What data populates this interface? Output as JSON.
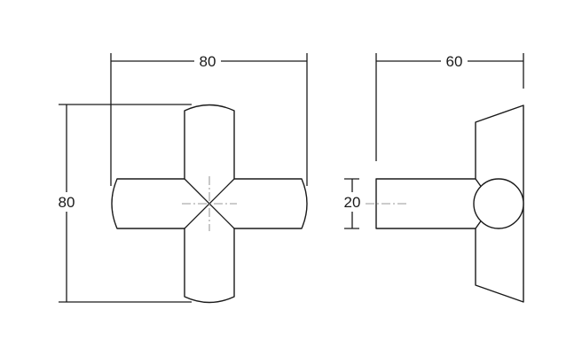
{
  "dimensions": {
    "front_width": "80",
    "front_height": "80",
    "side_depth": "60",
    "side_arm_height": "20"
  },
  "colors": {
    "line": "#1a1a1a",
    "centerline": "#9a9a9a",
    "background": "#ffffff"
  }
}
